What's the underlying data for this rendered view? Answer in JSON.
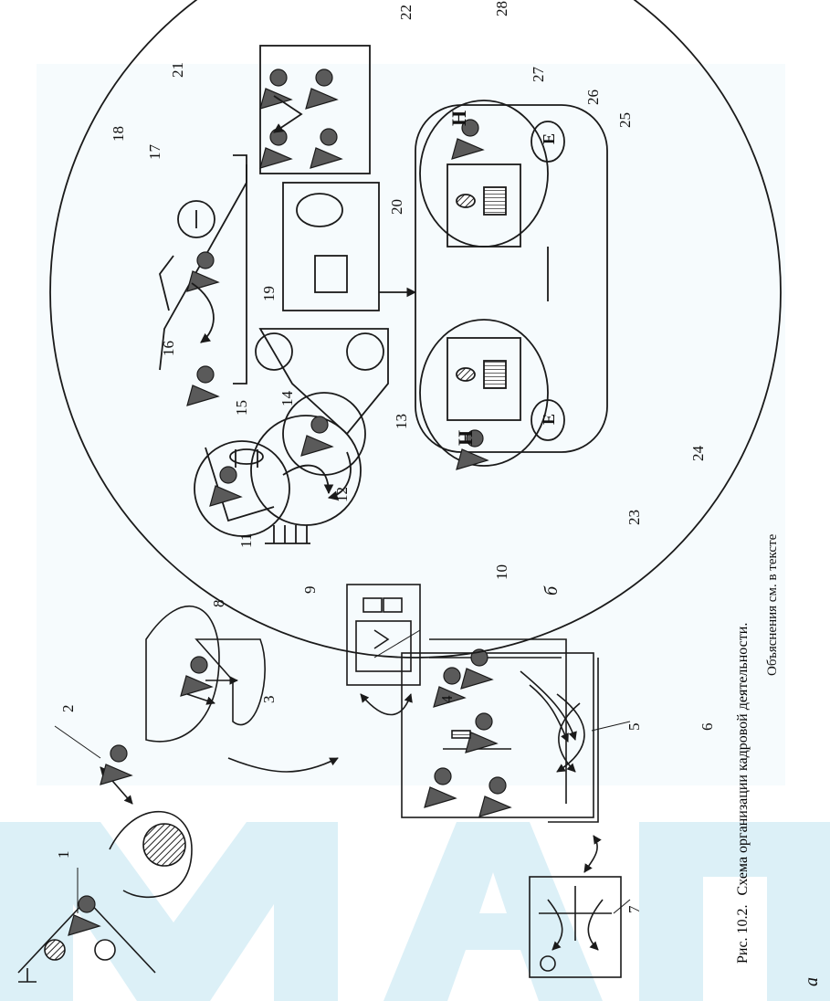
{
  "figure": {
    "caption_lead": "Рис. 10.2.",
    "caption_title": "Схема организации кадровой деятельности.",
    "caption_note": "Объяснения см. в тексте",
    "part_a": "а",
    "part_b": "б",
    "letter_h": "Н",
    "letter_e": "Е"
  },
  "labels": [
    "1",
    "2",
    "3",
    "4",
    "5",
    "6",
    "7",
    "8",
    "9",
    "10",
    "11",
    "12",
    "13",
    "14",
    "15",
    "16",
    "17",
    "18",
    "19",
    "20",
    "21",
    "22",
    "23",
    "24",
    "25",
    "26",
    "27",
    "28"
  ],
  "colors": {
    "ink": "#1a1a1a",
    "marker": "#5a5a5a",
    "watermark": "#bfe3f0"
  }
}
